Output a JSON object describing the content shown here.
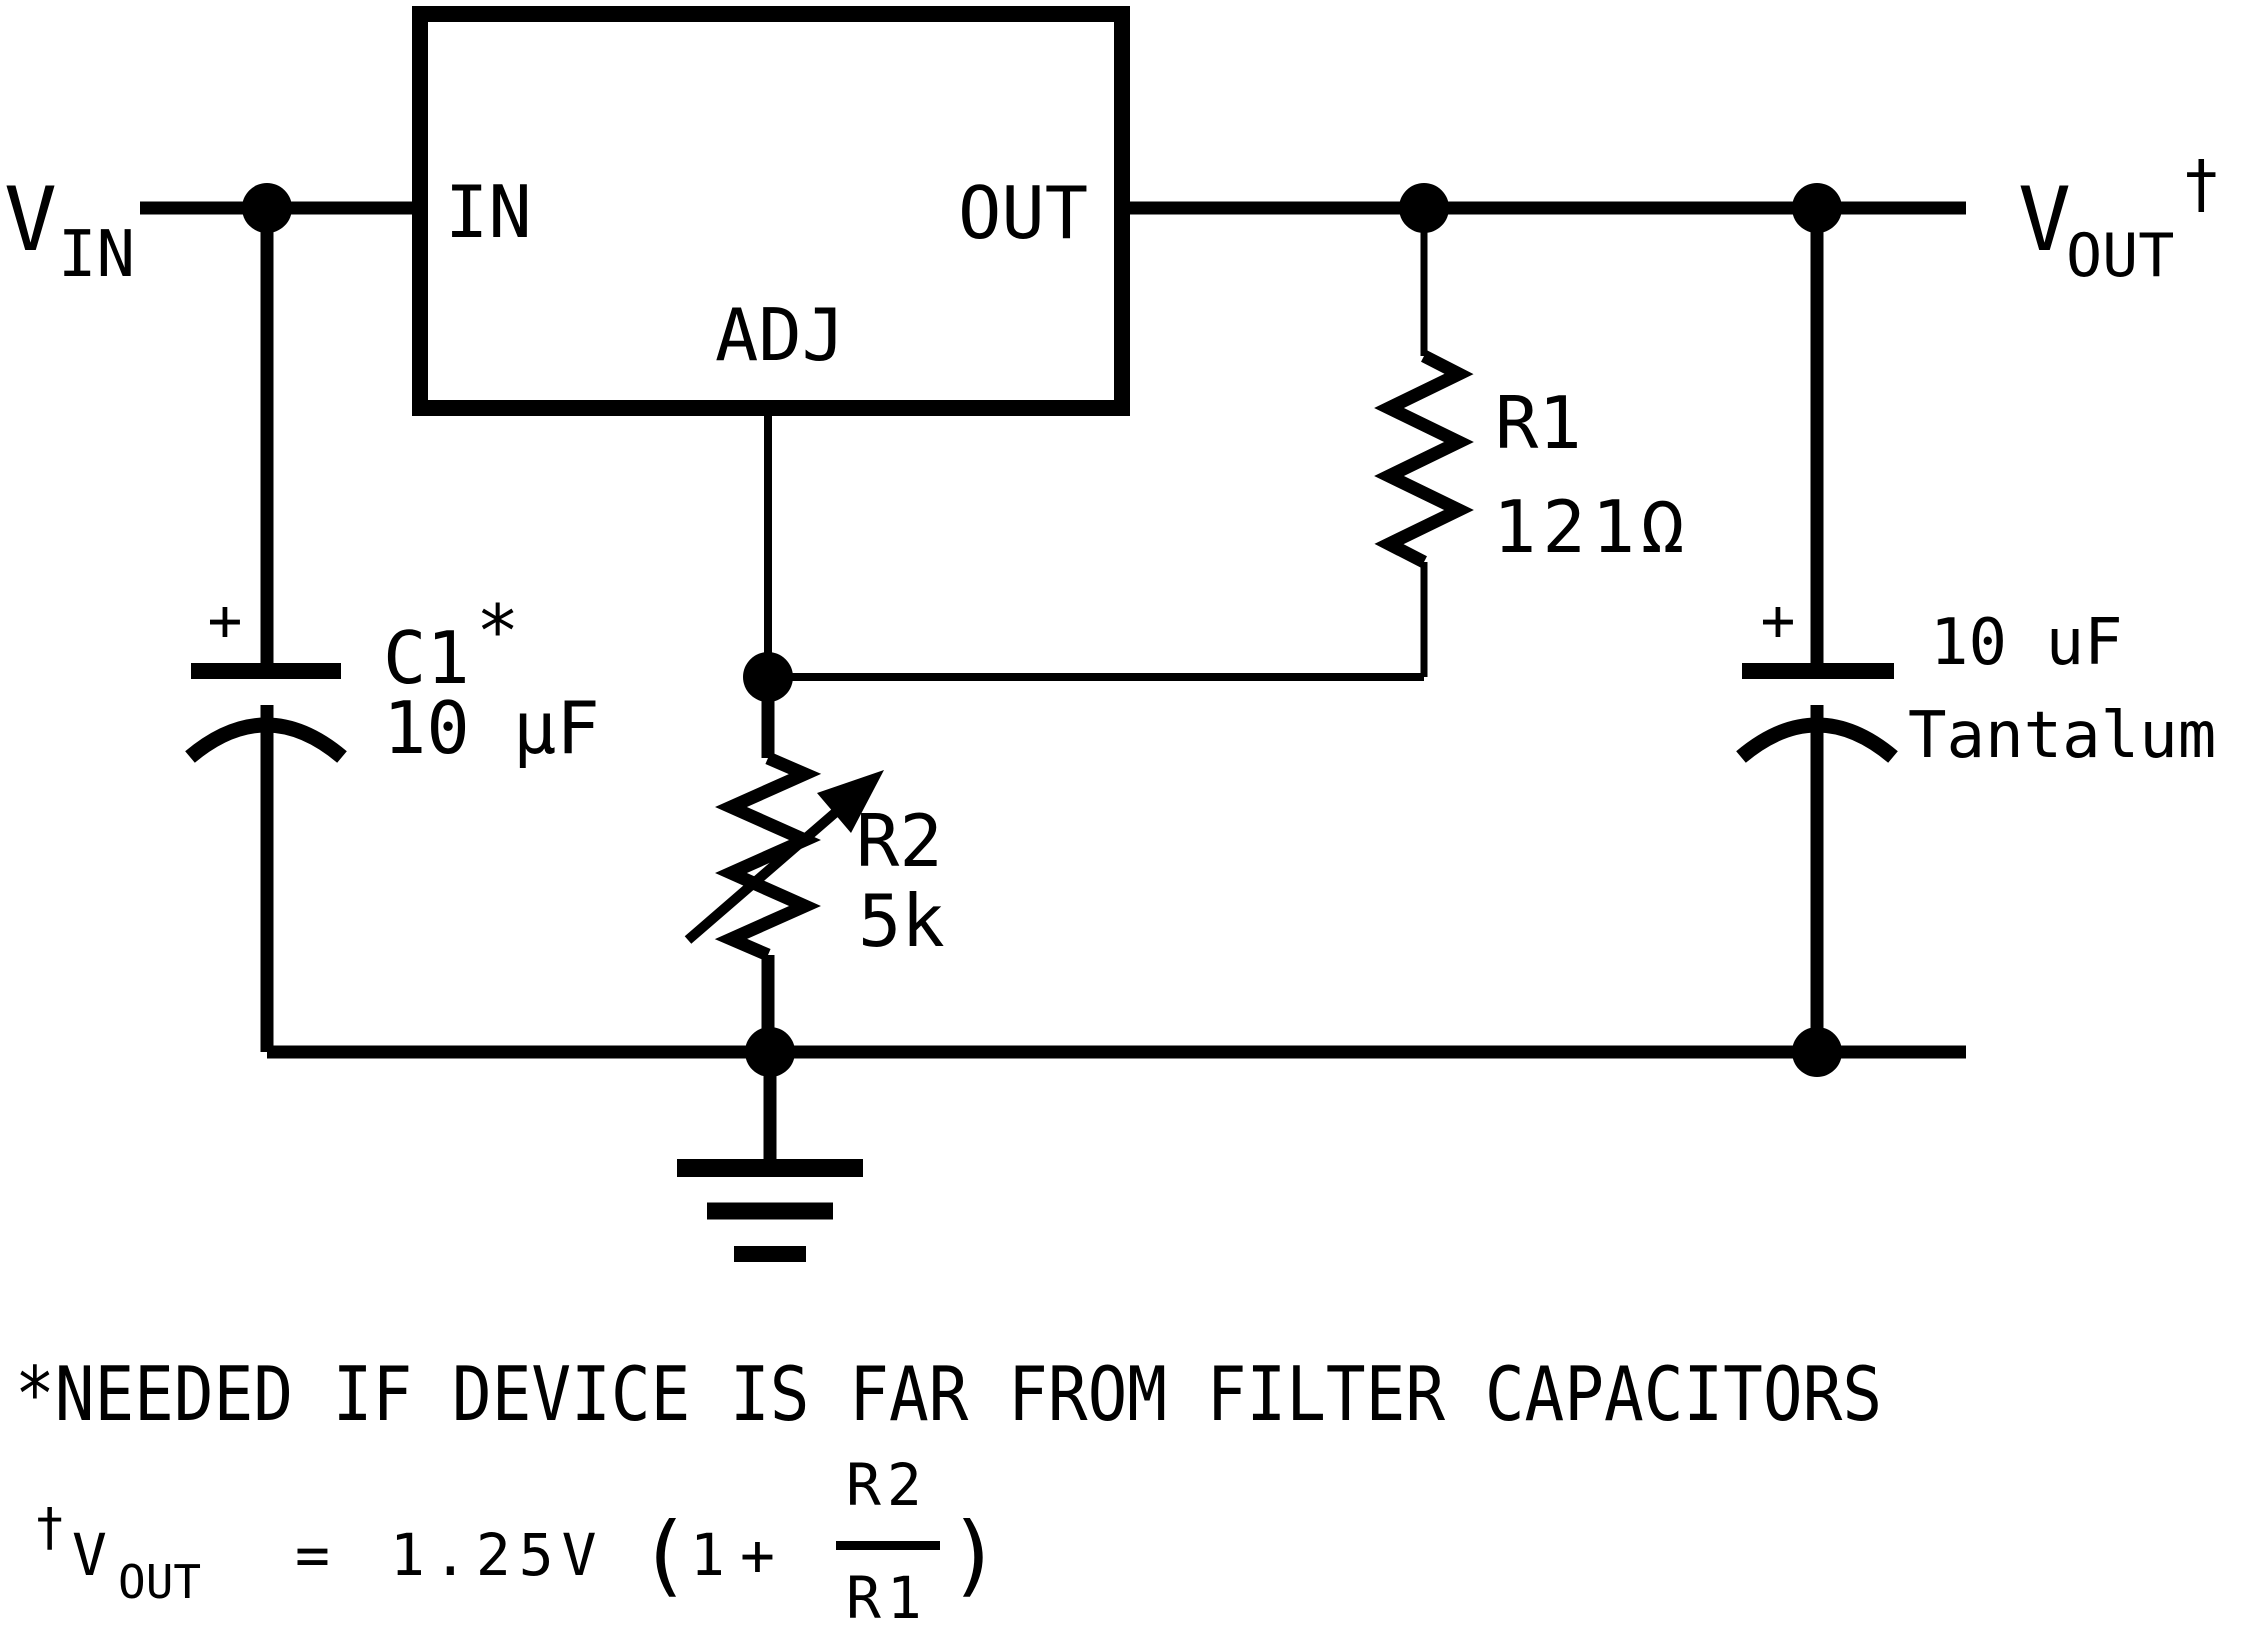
{
  "colors": {
    "ink": "#000000",
    "background": "#ffffff"
  },
  "schematic": {
    "vin": {
      "base": "V",
      "sub": "IN"
    },
    "vout": {
      "base": "V",
      "sub": "OUT",
      "dagger": "†"
    },
    "regulator": {
      "pin_in": "IN",
      "pin_out": "OUT",
      "pin_adj": "ADJ"
    },
    "c1": {
      "plus": "+",
      "designator": "C1",
      "asterisk": "*",
      "value": "10 µF"
    },
    "r1": {
      "designator": "R1",
      "value": "121Ω"
    },
    "r2": {
      "designator": "R2",
      "value": "5k"
    },
    "c_out": {
      "plus": "+",
      "value": "10 uF",
      "material": "Tantalum"
    }
  },
  "notes": {
    "filter_note": "*NEEDED IF DEVICE IS FAR FROM FILTER CAPACITORS",
    "formula": {
      "dagger": "†",
      "base": "V",
      "sub": "OUT",
      "equals": "=",
      "coefficient": "1.25V",
      "open_paren": "(",
      "one": "1",
      "plus": "+",
      "numerator": "R2",
      "denominator": "R1",
      "close_paren": ")"
    }
  }
}
